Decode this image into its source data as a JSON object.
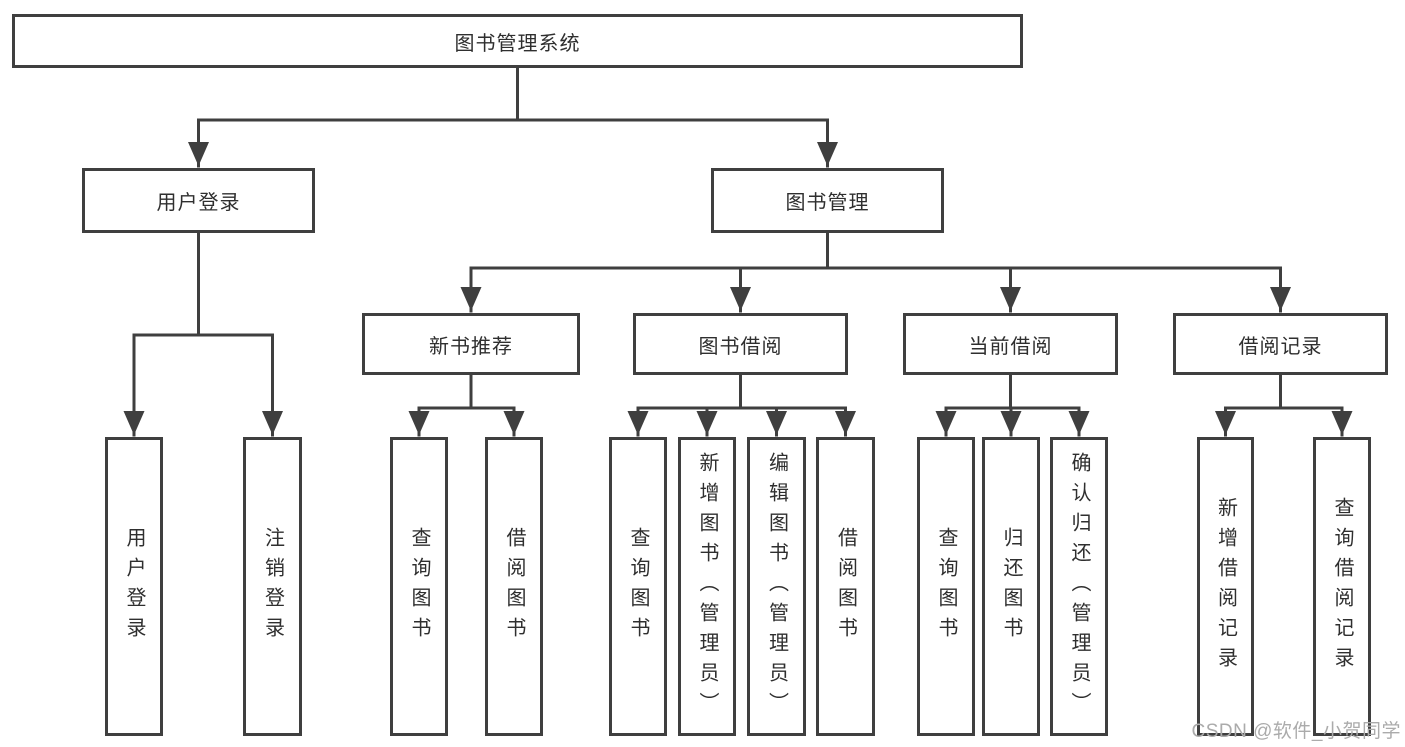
{
  "tree": {
    "label": "图书管理系统",
    "children": [
      {
        "label": "用户登录",
        "children": [
          {
            "label": "用户登录"
          },
          {
            "label": "注销登录"
          }
        ]
      },
      {
        "label": "图书管理",
        "children": [
          {
            "label": "新书推荐",
            "children": [
              {
                "label": "查询图书"
              },
              {
                "label": "借阅图书"
              }
            ]
          },
          {
            "label": "图书借阅",
            "children": [
              {
                "label": "查询图书"
              },
              {
                "label": "新增图书（管理员）"
              },
              {
                "label": "编辑图书（管理员）"
              },
              {
                "label": "借阅图书"
              }
            ]
          },
          {
            "label": "当前借阅",
            "children": [
              {
                "label": "查询图书"
              },
              {
                "label": "归还图书"
              },
              {
                "label": "确认归还（管理员）"
              }
            ]
          },
          {
            "label": "借阅记录",
            "children": [
              {
                "label": "新增借阅记录"
              },
              {
                "label": "查询借阅记录"
              }
            ]
          }
        ]
      }
    ]
  },
  "watermark": "CSDN @软件_小贺同学",
  "colors": {
    "line": "#3f3f3f",
    "text": "#2f2f2f",
    "background": "#ffffff",
    "watermark": "#ababab"
  }
}
